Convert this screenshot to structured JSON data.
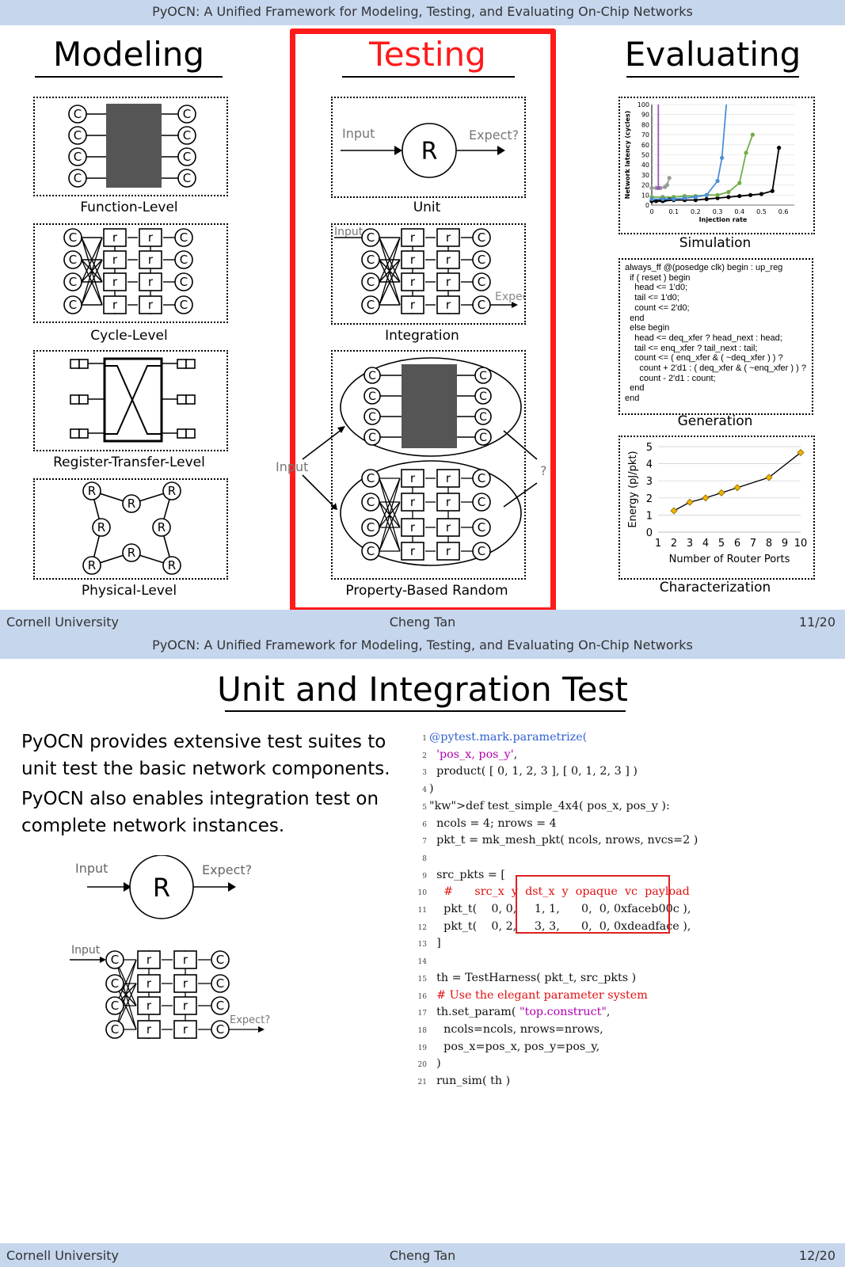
{
  "slide1": {
    "header": "PyOCN: A Unified Framework for Modeling, Testing, and Evaluating On-Chip Networks",
    "columns": {
      "modeling": "Modeling",
      "testing": "Testing",
      "evaluating": "Evaluating"
    },
    "modeling_captions": [
      "Function-Level",
      "Cycle-Level",
      "Register-Transfer-Level",
      "Physical-Level"
    ],
    "testing_captions": [
      "Unit",
      "Integration",
      "Property-Based Random"
    ],
    "evaluating_captions": [
      "Simulation",
      "Generation",
      "Characterization"
    ],
    "labels": {
      "input": "Input",
      "expect": "Expect?",
      "router": "R",
      "channel": "C",
      "r": "r",
      "input_partial": "Input",
      "expect_partial": "?"
    },
    "simulation_chart": {
      "ylabel": "Network latency (cycles)",
      "xlabel": "Injection rate",
      "yticks": [
        "0",
        "10",
        "20",
        "30",
        "40",
        "50",
        "60",
        "70",
        "80",
        "90",
        "100"
      ],
      "xticks": [
        "0",
        "0.1",
        "0.2",
        "0.3",
        "0.4",
        "0.5",
        "0.6"
      ]
    },
    "generation_code": [
      "always_ff @(posedge clk) begin : up_reg",
      "  if ( reset ) begin",
      "    head <= 1'd0;",
      "    tail <= 1'd0;",
      "    count <= 2'd0;",
      "  end",
      "  else begin",
      "    head <= deq_xfer ? head_next : head;",
      "    tail <= enq_xfer ? tail_next : tail;",
      "    count <= ( enq_xfer & ( ~deq_xfer ) ) ?",
      "      count + 2'd1 : ( deq_xfer & ( ~enq_xfer ) ) ?",
      "      count - 2'd1 : count;",
      "  end",
      "end"
    ],
    "footer": {
      "left": "Cornell University",
      "center": "Cheng Tan",
      "right": "11/20"
    }
  },
  "chart_data": [
    {
      "type": "line",
      "xlabel": "Injection rate",
      "ylabel": "Network latency (cycles)",
      "xlim": [
        0,
        0.65
      ],
      "ylim": [
        0,
        100
      ],
      "series": [
        {
          "x": [
            0.0,
            0.02,
            0.04,
            0.06,
            0.08,
            0.1
          ],
          "y": [
            4,
            4,
            5,
            5,
            6,
            7
          ],
          "color": "#000000"
        },
        {
          "x": [
            0.0,
            0.05,
            0.1,
            0.15,
            0.2,
            0.25,
            0.3,
            0.35,
            0.4,
            0.45,
            0.5,
            0.55,
            0.58
          ],
          "y": [
            4,
            4,
            5,
            5,
            5,
            6,
            7,
            8,
            9,
            10,
            11,
            14,
            57
          ],
          "color": "#000000"
        },
        {
          "x": [
            0.0,
            0.05,
            0.1,
            0.15,
            0.2,
            0.25,
            0.3,
            0.35,
            0.4,
            0.43,
            0.46
          ],
          "y": [
            8,
            8,
            8,
            9,
            9,
            10,
            10,
            13,
            22,
            52,
            70
          ],
          "color": "#70ad47"
        },
        {
          "x": [
            0.0,
            0.05,
            0.1,
            0.15,
            0.2,
            0.25,
            0.3,
            0.32,
            0.34
          ],
          "y": [
            6,
            6,
            6,
            7,
            8,
            10,
            24,
            47,
            100
          ],
          "color": "#4a90d9"
        },
        {
          "x": [
            0.0,
            0.02,
            0.04,
            0.06,
            0.07,
            0.08
          ],
          "y": [
            17,
            17,
            17,
            18,
            20,
            27
          ],
          "color": "#999999"
        },
        {
          "x": [
            0.03,
            0.03
          ],
          "y": [
            17,
            100
          ],
          "color": "#9b59b6"
        }
      ]
    },
    {
      "type": "line",
      "xlabel": "Number of Router Ports",
      "ylabel": "Energy (pJ/pkt)",
      "categories": [
        1,
        2,
        3,
        4,
        5,
        6,
        7,
        8,
        9,
        10
      ],
      "ylim": [
        0,
        5
      ],
      "xlim": [
        1,
        10
      ],
      "x": [
        2,
        3,
        4,
        5,
        6,
        8,
        10
      ],
      "values": [
        1.25,
        1.75,
        2.0,
        2.3,
        2.6,
        3.2,
        4.65
      ],
      "yticks": [
        "0",
        "1",
        "2",
        "3",
        "4",
        "5"
      ],
      "xticks": [
        "1",
        "2",
        "3",
        "4",
        "5",
        "6",
        "7",
        "8",
        "9",
        "10"
      ]
    }
  ],
  "slide2": {
    "header": "PyOCN: A Unified Framework for Modeling, Testing, and Evaluating On-Chip Networks",
    "title": "Unit and Integration Test",
    "paragraph1": "PyOCN provides extensive test suites to unit test the basic network components.",
    "paragraph2": "PyOCN also enables integration test on complete network instances.",
    "labels": {
      "input": "Input",
      "expect": "Expect?",
      "router": "R"
    },
    "code_lines": [
      "@pytest.mark.parametrize(",
      "  'pos_x, pos_y',",
      "  product( [ 0, 1, 2, 3 ], [ 0, 1, 2, 3 ] )",
      ")",
      "def test_simple_4x4( pos_x, pos_y ):",
      "  ncols = 4; nrows = 4",
      "  pkt_t = mk_mesh_pkt( ncols, nrows, nvcs=2 )",
      "",
      "  src_pkts = [",
      "    #      src_x  y  dst_x  y  opaque  vc  payload",
      "    pkt_t(    0, 0,     1, 1,      0,  0, 0xfaceb00c ),",
      "    pkt_t(    0, 2,     3, 3,      0,  0, 0xdeadface ),",
      "  ]",
      "",
      "  th = TestHarness( pkt_t, src_pkts )",
      "  # Use the elegant parameter system",
      "  th.set_param( \"top.construct\",",
      "    ncols=ncols, nrows=nrows,",
      "    pos_x=pos_x, pos_y=pos_y,",
      "  )",
      "  run_sim( th )"
    ],
    "footer": {
      "left": "Cornell University",
      "center": "Cheng Tan",
      "right": "12/20"
    }
  }
}
